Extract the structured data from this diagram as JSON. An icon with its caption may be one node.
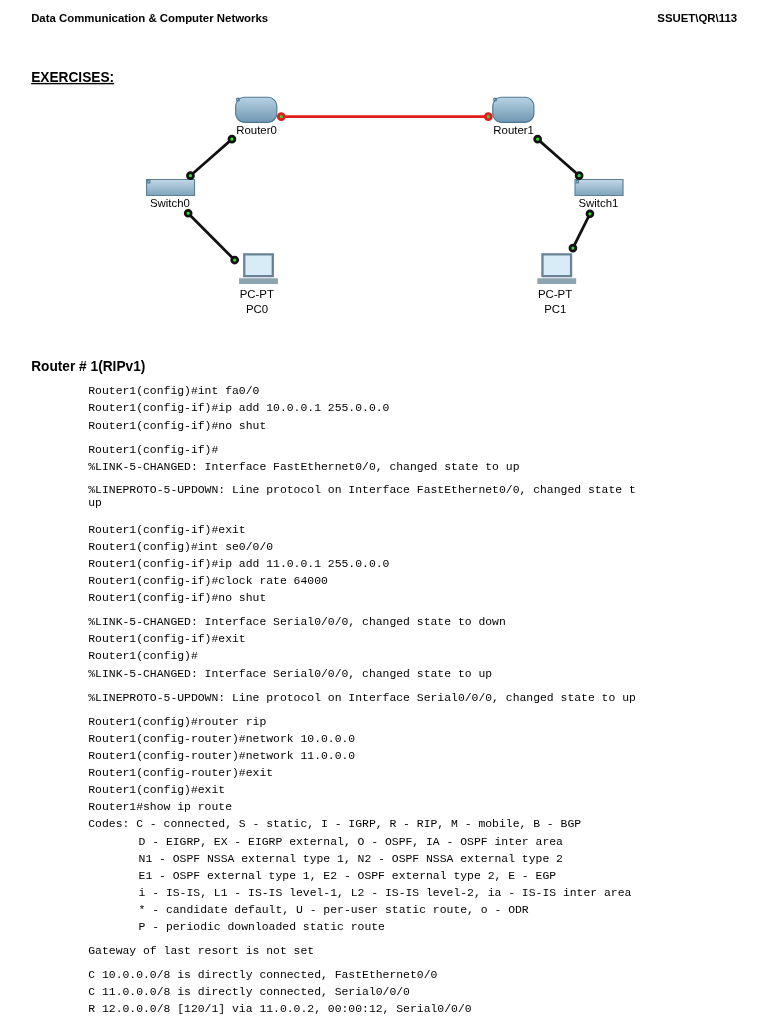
{
  "diagram": {
    "nodes": [
      {
        "text": [
          "Router0"
        ]
      },
      {
        "text": [
          "Router1"
        ]
      },
      {
        "text": [
          "Switch0"
        ]
      },
      {
        "text": [
          "Switch1"
        ]
      },
      {
        "text": [
          "PC-PT",
          "PC0"
        ]
      },
      {
        "text": [
          "PC-PT",
          "PC1"
        ]
      }
    ],
    "edges": [
      {
        "from": 0,
        "to": 1,
        "arrow": "other",
        "color": "#e21b1b"
      },
      {
        "from": 0,
        "to": 2,
        "arrow": "other"
      },
      {
        "from": 2,
        "to": 4,
        "arrow": "other"
      },
      {
        "from": 1,
        "to": 3,
        "arrow": "other"
      },
      {
        "from": 3,
        "to": 5,
        "arrow": "other"
      }
    ],
    "labels": [
      "Data Communication & Computer Networks",
      "SSUET\\QR\\113",
      "EXERCISES:",
      "Router # 1(RIPv1)",
      "Router1(config)#int fa0/0",
      "Router1(config-if)#ip add 10.0.0.1 255.0.0.0",
      "Router1(config-if)#no shut",
      "Router1(config-if)#",
      "%LINK-5-CHANGED: Interface FastEthernet0/0, changed state to up",
      "%LINEPROTO-5-UPDOWN: Line protocol on Interface FastEthernet0/0, changed state t up",
      "Router1(config-if)#exit",
      "Router1(config)#int se0/0/0",
      "Router1(config-if)#ip add 11.0.0.1 255.0.0.0",
      "Router1(config-if)#clock rate 64000",
      "Router1(config-if)#no shut",
      "%LINK-5-CHANGED: Interface Serial0/0/0, changed state to down",
      "Router1(config-if)#exit",
      "Router1(config)#",
      "%LINK-5-CHANGED: Interface Serial0/0/0, changed state to up",
      "%LINEPROTO-5-UPDOWN: Line protocol on Interface Serial0/0/0, changed state to up",
      "Router1(config)#router rip",
      "Router1(config-router)#network 10.0.0.0",
      "Router1(config-router)#network 11.0.0.0",
      "Router1(config-router)#exit",
      "Router1(config)#exit",
      "Router1#show ip route",
      "Codes: C - connected, S - static, I - IGRP, R - RIP, M - mobile, B - BGP",
      "D - EIGRP, EX - EIGRP external, O - OSPF, IA - OSPF inter area",
      "N1 - OSPF NSSA external type 1, N2 - OSPF NSSA external type 2",
      "E1 - OSPF external type 1, E2 - OSPF external type 2, E - EGP",
      "i - IS-IS, L1 - IS-IS level-1, L2 - IS-IS level-2, ia - IS-IS inter area",
      "* - candidate default, U - per-user static route, o - ODR",
      "P - periodic downloaded static route",
      "Gateway of last resort is not set",
      "C 10.0.0.0/8 is directly connected, FastEthernet0/0",
      "C 11.0.0.0/8 is directly connected, Serial0/0/0",
      "R 12.0.0.0/8 [120/1] via 11.0.0.2, 00:00:12, Serial0/0/0"
    ]
  }
}
